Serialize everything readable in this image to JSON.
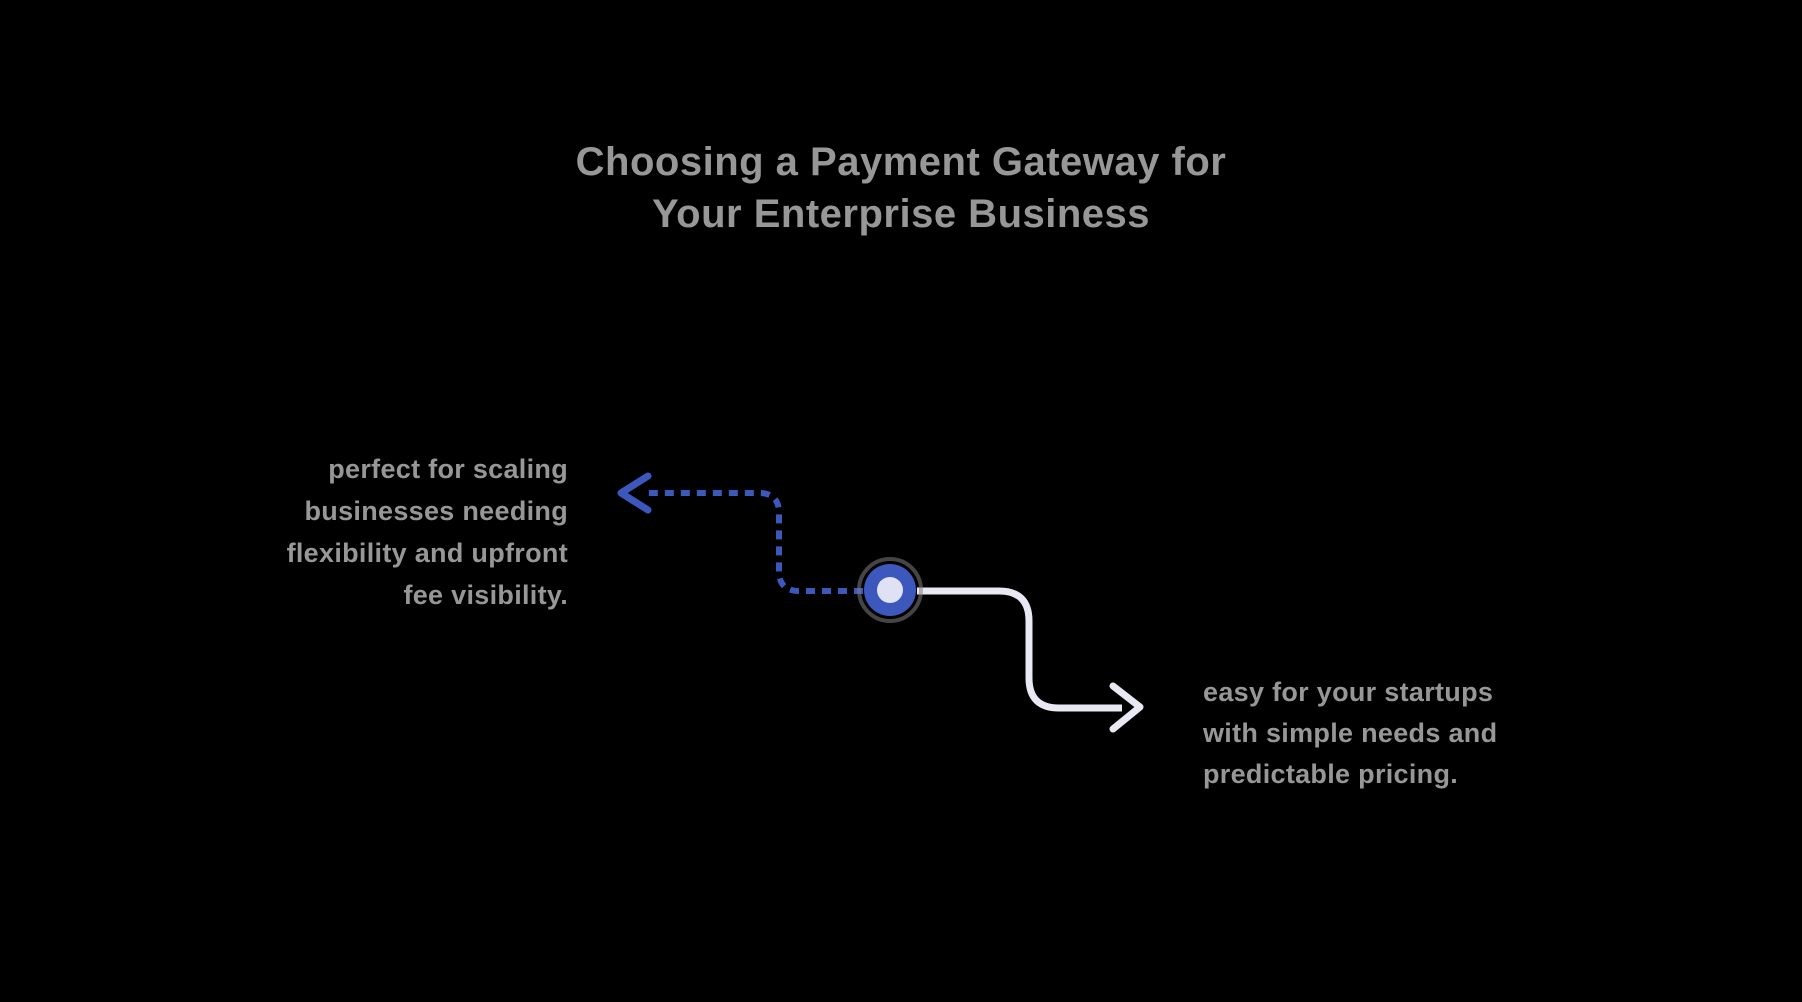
{
  "title": {
    "line1": "Choosing a Payment Gateway for",
    "line2": "Your Enterprise Business"
  },
  "branches": {
    "left": {
      "lines": [
        "perfect for scaling",
        "businesses needing",
        "flexibility and upfront",
        "fee visibility."
      ]
    },
    "right": {
      "lines": [
        "easy for your startups",
        "with simple needs and",
        "predictable pricing."
      ]
    }
  },
  "icons": {
    "decision_node": "decision-node-circle",
    "left_arrow": "arrow-left-dotted-icon",
    "right_arrow": "arrow-right-icon"
  },
  "colors": {
    "background": "#000000",
    "text_gray": "#979797",
    "accent_blue": "#3d58bd",
    "node_inner": "#dfe2f4",
    "arrow_light": "#e9e9f4",
    "node_ring_gray": "#7d7d7d"
  }
}
